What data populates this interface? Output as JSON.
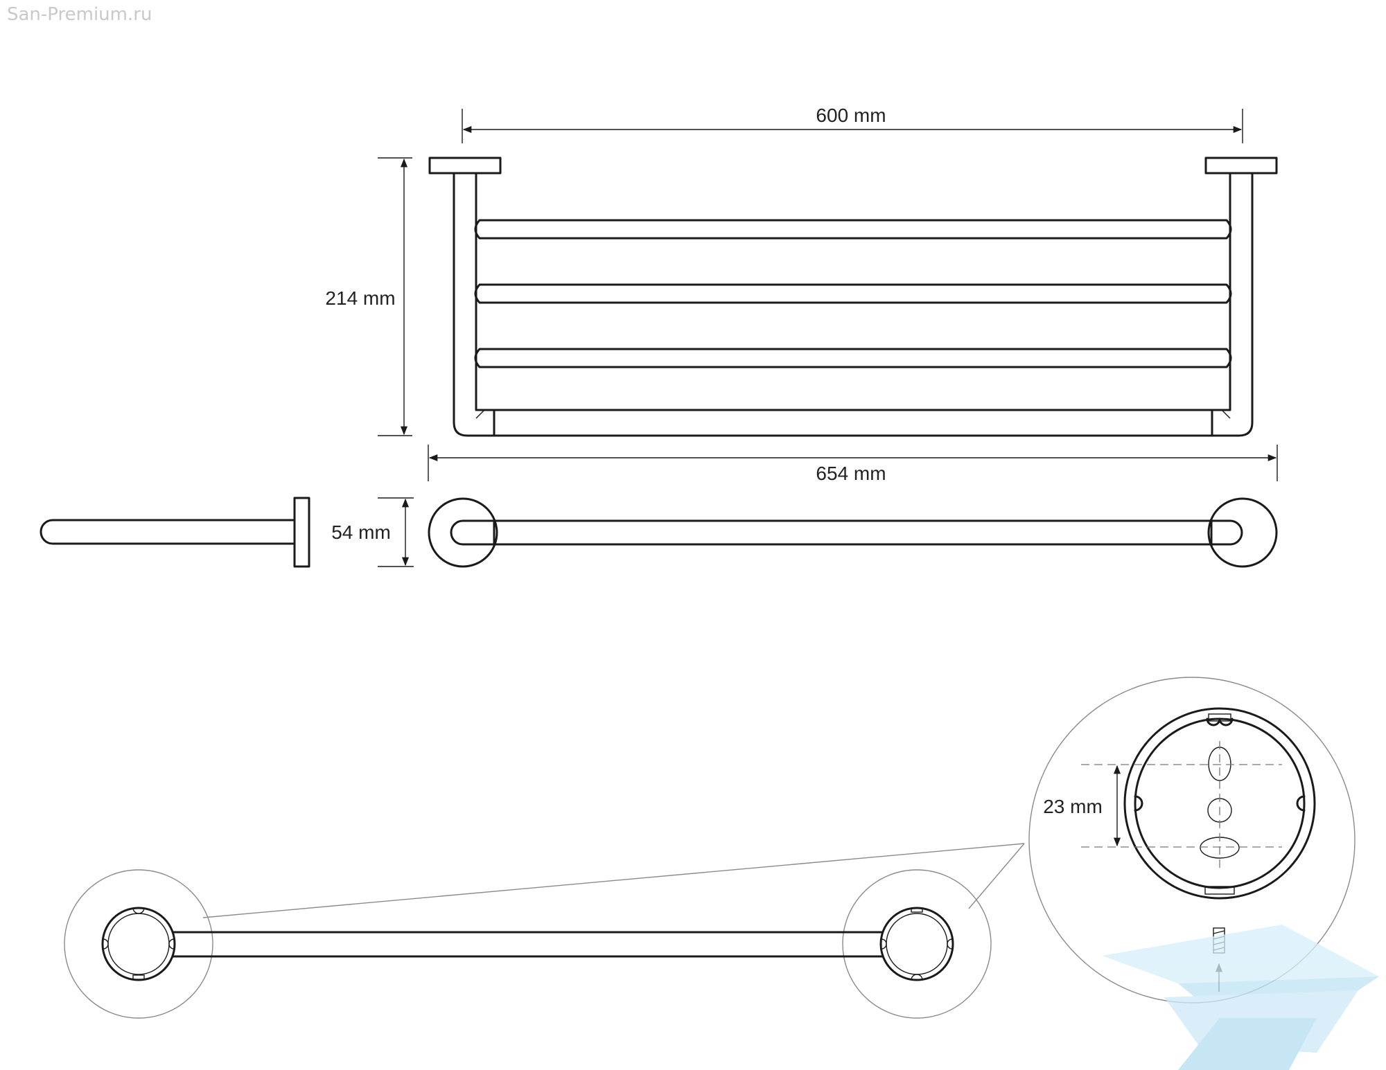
{
  "watermark": {
    "site": "San-Premium.ru",
    "colors": {
      "text": "#c9c9c9",
      "logo": "#bfe3f5"
    }
  },
  "dimensions": {
    "width_between_mounts": "600 mm",
    "height": "214 mm",
    "overall_width": "654 mm",
    "depth": "54 mm",
    "hole_spacing": "23 mm"
  },
  "colors": {
    "line": "#1a1a1a",
    "background": "#ffffff"
  }
}
